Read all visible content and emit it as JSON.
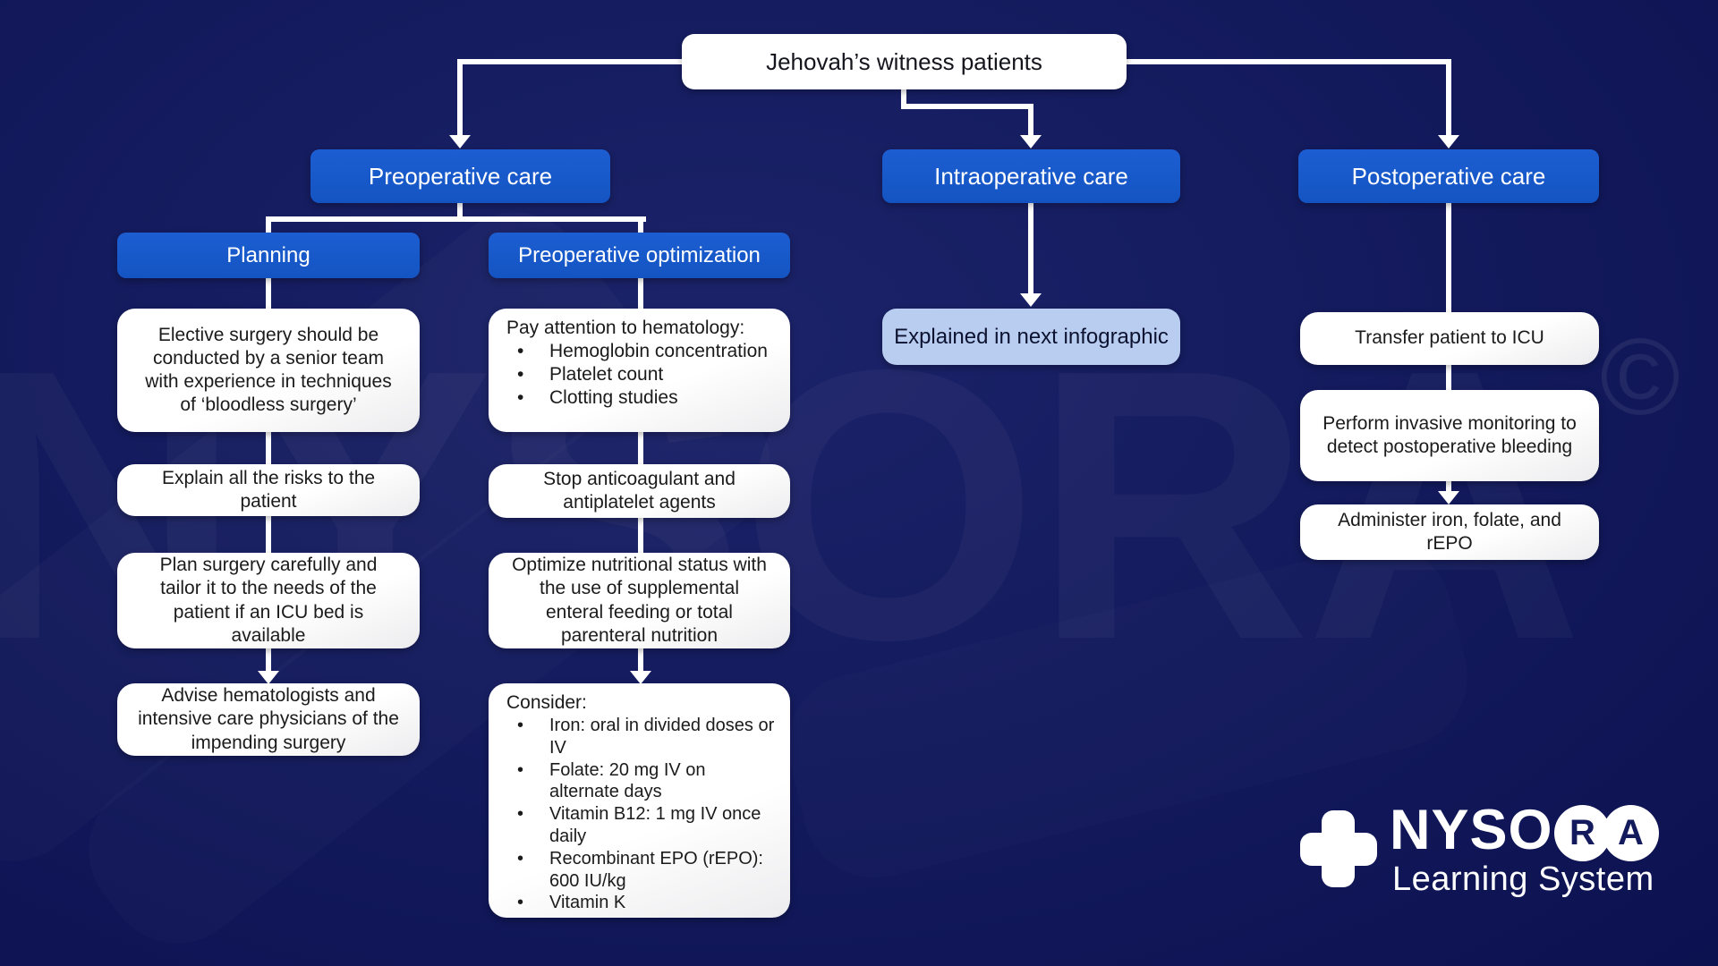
{
  "title": "Jehovah’s witness patients",
  "colors": {
    "background": "#141b5e",
    "accent_blue": "#1b5acb",
    "light_blue": "#b9cdf0",
    "box_white": "#ffffff",
    "text_dark": "#1b1b1b",
    "connector": "#ffffff"
  },
  "branches": {
    "preoperative": {
      "label": "Preoperative care",
      "planning": {
        "label": "Planning",
        "steps": [
          "Elective surgery should be conducted by a senior team with experience in techniques of ‘bloodless surgery’",
          "Explain all the risks to the patient",
          "Plan surgery carefully and tailor it to the needs of the patient if an ICU bed is available",
          "Advise hematologists and intensive care physicians of the impending surgery"
        ]
      },
      "optimization": {
        "label": "Preoperative optimization",
        "hematology": {
          "intro": "Pay attention to hematology:",
          "bullets": [
            "Hemoglobin concentration",
            "Platelet count",
            "Clotting studies"
          ]
        },
        "steps": [
          "Stop anticoagulant and antiplatelet agents",
          "Optimize nutritional status with the use of supplemental enteral feeding or total parenteral nutrition"
        ],
        "consider": {
          "intro": "Consider:",
          "bullets": [
            "Iron: oral in divided doses or IV",
            "Folate: 20 mg IV on alternate days",
            "Vitamin B12: 1 mg IV once daily",
            "Recombinant EPO (rEPO): 600 IU/kg",
            "Vitamin K"
          ]
        }
      }
    },
    "intraoperative": {
      "label": "Intraoperative care",
      "note": "Explained in next infographic"
    },
    "postoperative": {
      "label": "Postoperative care",
      "steps": [
        "Transfer patient to ICU",
        "Perform invasive monitoring to detect postoperative bleeding",
        "Administer iron, folate, and rEPO"
      ]
    }
  },
  "branding": {
    "logo_text": "NYSO",
    "logo_circle_letters": [
      "R",
      "A"
    ],
    "logo_subtitle": "Learning System",
    "watermark_text": "NYSORA",
    "copyright_symbol": "©"
  }
}
